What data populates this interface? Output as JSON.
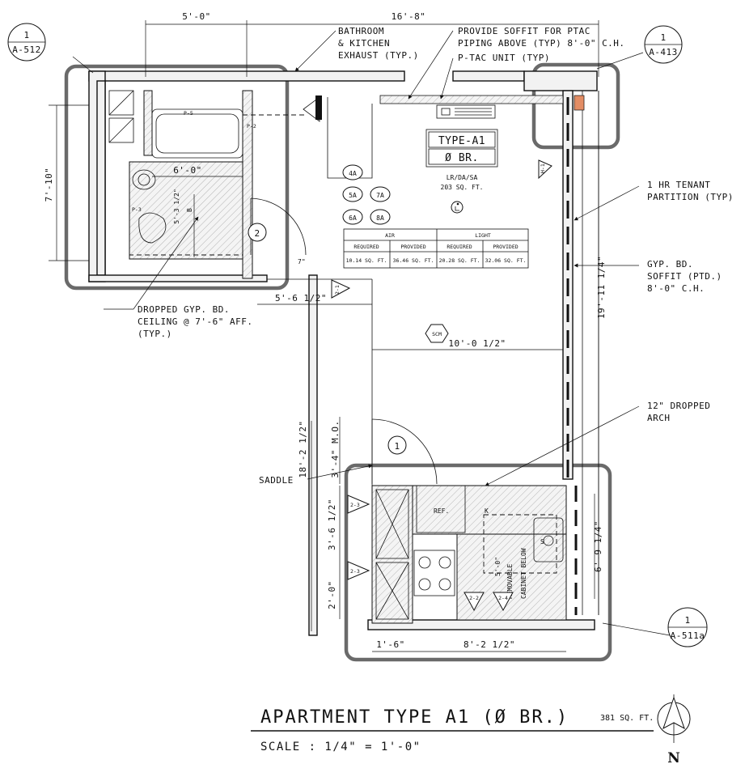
{
  "title": {
    "main": "APARTMENT TYPE A1 (Ø BR.)",
    "area": "381 SQ. FT.",
    "scale": "SCALE : 1/4\" = 1'-0\""
  },
  "unit": {
    "type": "TYPE-A1",
    "bedrooms": "Ø BR.",
    "room": "LR/DA/SA",
    "room_area": "203 SQ. FT."
  },
  "ventilation_table": {
    "groups": [
      "AIR",
      "LIGHT"
    ],
    "headers": [
      "REQUIRED",
      "PROVIDED",
      "REQUIRED",
      "PROVIDED"
    ],
    "values": [
      "10.14 SQ. FT.",
      "36.46 SQ. FT.",
      "20.28 SQ. FT.",
      "32.06 SQ. FT."
    ]
  },
  "section_refs": [
    {
      "num": "1",
      "sheet": "A-512"
    },
    {
      "num": "1",
      "sheet": "A-413"
    },
    {
      "num": "1",
      "sheet": "A-511a"
    }
  ],
  "notes": {
    "exhaust": [
      "BATHROOM",
      "& KITCHEN",
      "EXHAUST (TYP.)"
    ],
    "soffit_ptac": [
      "PROVIDE SOFFIT FOR PTAC",
      "PIPING ABOVE (TYP) 8'-0\" C.H."
    ],
    "ptac": "P-TAC UNIT (TYP)",
    "partition": [
      "1 HR TENANT",
      "PARTITION (TYP)"
    ],
    "soffit": [
      "GYP. BD.",
      "SOFFIT (PTD.)",
      "8'-0\" C.H."
    ],
    "arch": [
      "12\" DROPPED",
      "ARCH"
    ],
    "saddle": "SADDLE",
    "ceiling": [
      "DROPPED GYP. BD.",
      "CEILING @ 7'-6\" AFF.",
      "(TYP.)"
    ],
    "ref": "REF.",
    "removable": [
      "REMOVABLE",
      "CABINET BELOW"
    ]
  },
  "dimensions": {
    "top_left": "5'-0\"",
    "top_total": "16'-8\"",
    "left_height": "7'-10\"",
    "bath_width": "6'-0\"",
    "bath_depth": "5'-3 1/2\"",
    "corridor": "5'-6 1/2\"",
    "room_width": "10'-0 1/2\"",
    "room_height": "19'-11 1/4\"",
    "overall_height": "18'-2 1/2\"",
    "door_mo": "3'-4\" M.O.",
    "k_upper": "3'-6 1/2\"",
    "k_lower": "2'-0\"",
    "k_bottom_a": "1'-6\"",
    "k_bottom_b": "8'-2 1/2\"",
    "sink": "6'-9 1/4\"",
    "cabinet_depth": "5'-0\"",
    "small_a": "7\""
  },
  "tags": {
    "door_1": "1",
    "door_2": "2",
    "hex": "SCM",
    "circles": [
      "4A",
      "5A",
      "7A",
      "6A",
      "8A"
    ],
    "tri_h1": "H-1",
    "tri_21": "2-1",
    "tri_23a": "2-3",
    "tri_23b": "2-3",
    "tri_22": "2-2",
    "tri_24": "2-4",
    "p3": "P-3",
    "p5": "P-5",
    "p2": "P-2",
    "b": "B",
    "k": "K",
    "s": "S",
    "north": "N"
  }
}
